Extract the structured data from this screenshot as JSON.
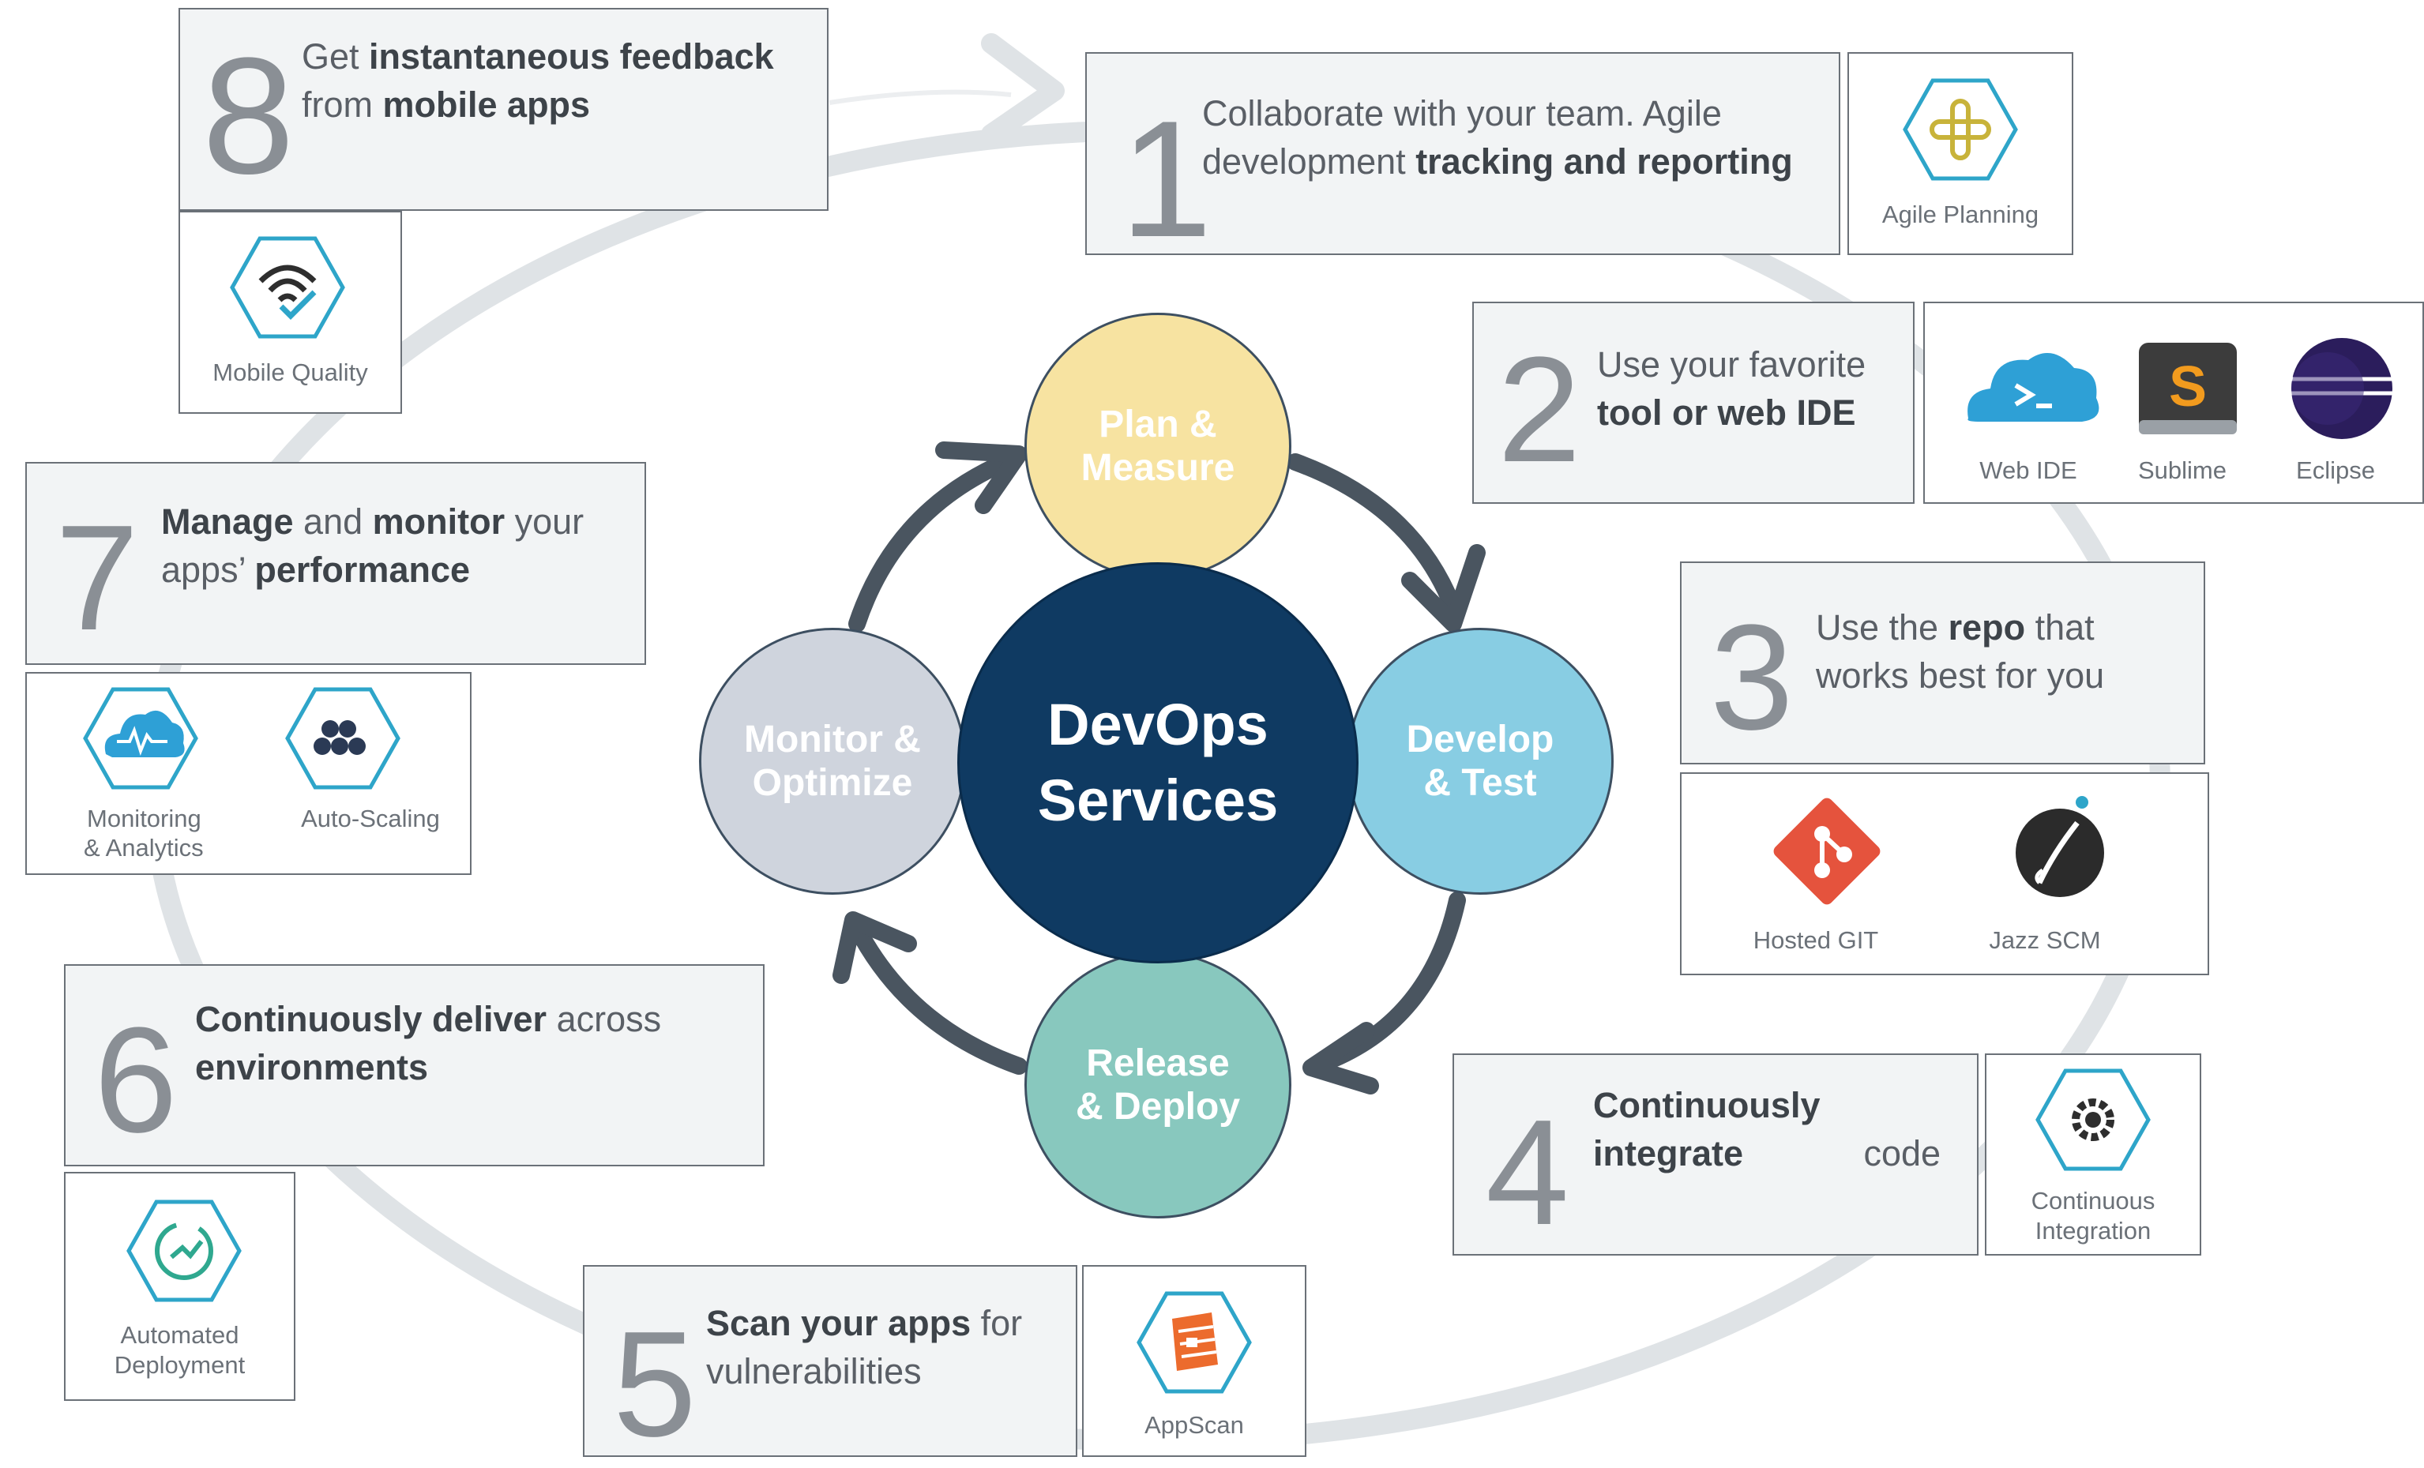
{
  "steps": [
    {
      "number": "8",
      "pre": "Get ",
      "b1": "instantaneous feedback",
      "mid": "from ",
      "b2": "mobile apps",
      "post": ""
    },
    {
      "number": "1",
      "pre": "Collaborate with your team. Agile development ",
      "b1": "tracking and reporting"
    },
    {
      "number": "2",
      "pre": "Use your favorite ",
      "b1": "tool or web IDE"
    },
    {
      "number": "3",
      "pre": "Use the ",
      "b1": "repo",
      "post": " that works best for you"
    },
    {
      "number": "4",
      "b1": "Continuously integrate",
      "post": " code"
    },
    {
      "number": "5",
      "b1": "Scan your apps",
      "post": " for vulnerabilities"
    },
    {
      "number": "6",
      "b1": "Continuously deliver",
      "mid": " across ",
      "b2": "environments"
    },
    {
      "number": "7",
      "b1": "Manage",
      "mid": " and ",
      "b2": "monitor",
      "post": " your apps’ ",
      "b3": "performance"
    }
  ],
  "tools": {
    "agile_planning": "Agile Planning",
    "web_ide": "Web IDE",
    "sublime": "Sublime",
    "eclipse": "Eclipse",
    "hosted_git": "Hosted GIT",
    "jazz_scm": "Jazz SCM",
    "continuous_integration_1": "Continuous",
    "continuous_integration_2": "Integration",
    "appscan": "AppScan",
    "automated_deployment_1": "Automated",
    "automated_deployment_2": "Deployment",
    "monitoring_1": "Monitoring",
    "monitoring_2": "& Analytics",
    "auto_scaling": "Auto-Scaling",
    "mobile_quality": "Mobile Quality"
  },
  "center": {
    "line1": "DevOps",
    "line2": "Services",
    "color": "#0f3a62"
  },
  "phases": {
    "plan": {
      "line1": "Plan &",
      "line2": "Measure",
      "color": "#f7e3a1"
    },
    "develop": {
      "line1": "Develop",
      "line2": "& Test",
      "color": "#88cde3"
    },
    "release": {
      "line1": "Release",
      "line2": "& Deploy",
      "color": "#88c8be"
    },
    "monitor": {
      "line1": "Monitor &",
      "line2": "Optimize",
      "color": "#cfd4dd"
    }
  },
  "colors": {
    "hex_outline": "#2ea5c9",
    "ring": "#dfe3e6",
    "arrow": "#4a5560",
    "git": "#e5533d",
    "appscan": "#ec6b2d"
  }
}
